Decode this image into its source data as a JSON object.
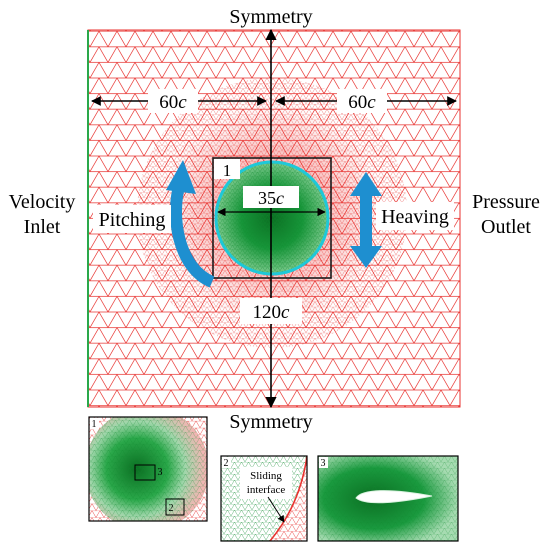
{
  "labels": {
    "top": "Symmetry",
    "bottom": "Symmetry",
    "left_line1": "Velocity",
    "left_line2": "Inlet",
    "right_line1": "Pressure",
    "right_line2": "Outlet",
    "pitching": "Pitching",
    "heaving": "Heaving",
    "region_id": "1",
    "diameter_value": "35",
    "left_dist_value": "60",
    "right_dist_value": "60",
    "bottom_dist_value": "120",
    "unit": "c"
  },
  "insets": [
    {
      "id": "1",
      "sub_ids": [
        "3",
        "2"
      ]
    },
    {
      "id": "2",
      "annotation_line1": "Sliding",
      "annotation_line2": "interface"
    },
    {
      "id": "3"
    }
  ],
  "colors": {
    "mesh_outer": "#e8322f",
    "mesh_inner": "#0f8a2e",
    "interface": "#1ec8d8",
    "motion_arrow": "#1e8fd0",
    "inlet_edge": "#2aa84a"
  }
}
